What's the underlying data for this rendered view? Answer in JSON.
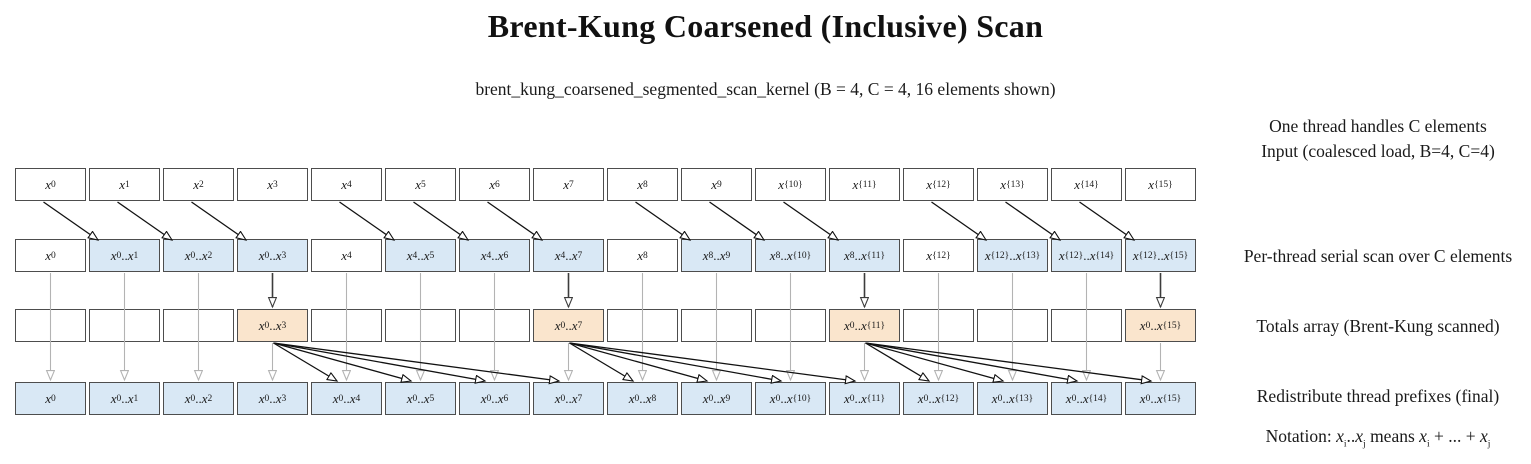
{
  "title": "Brent-Kung Coarsened (Inclusive) Scan",
  "subtitle": "brent_kung_coarsened_segmented_scan_kernel (B = 4, C = 4, 16 elements shown)",
  "side_labels": {
    "input_note": "One thread handles C elements",
    "input": "Input (coalesced load, B=4, C=4)",
    "serial": "Per-thread serial scan over C elements",
    "totals": "Totals array (Brent-Kung scanned)",
    "redistribute": "Redistribute thread prefixes (final)",
    "notation": "Notation: x_i..x_j means x_i + ... + x_j"
  },
  "colors": {
    "box_border": "#4d4d4d",
    "fill_white": "#ffffff",
    "fill_blue": "#d9e8f5",
    "fill_tan": "#fae5cd",
    "arrow_black": "#111111",
    "arrow_gray": "#b3b3b3",
    "arrow_dark": "#3c3c3c"
  },
  "diagram": {
    "num_elements": 16,
    "params": {
      "block_size_B": 4,
      "coarsening_C": 4
    },
    "rows": [
      {
        "name": "input",
        "cells": [
          "x_0",
          "x_1",
          "x_2",
          "x_3",
          "x_4",
          "x_5",
          "x_6",
          "x_7",
          "x_8",
          "x_9",
          "x_{10}",
          "x_{11}",
          "x_{12}",
          "x_{13}",
          "x_{14}",
          "x_{15}"
        ],
        "fills": [
          "white",
          "white",
          "white",
          "white",
          "white",
          "white",
          "white",
          "white",
          "white",
          "white",
          "white",
          "white",
          "white",
          "white",
          "white",
          "white"
        ]
      },
      {
        "name": "serial-scan",
        "cells": [
          "x_0",
          "x_0..x_1",
          "x_0..x_2",
          "x_0..x_3",
          "x_4",
          "x_4..x_5",
          "x_4..x_6",
          "x_4..x_7",
          "x_8",
          "x_8..x_9",
          "x_8..x_{10}",
          "x_8..x_{11}",
          "x_{12}",
          "x_{12}..x_{13}",
          "x_{12}..x_{14}",
          "x_{12}..x_{15}"
        ],
        "fills": [
          "white",
          "blue",
          "blue",
          "blue",
          "white",
          "blue",
          "blue",
          "blue",
          "white",
          "blue",
          "blue",
          "blue",
          "white",
          "blue",
          "blue",
          "blue"
        ]
      },
      {
        "name": "totals",
        "cells": [
          "",
          "",
          "",
          "x_0..x_3",
          "",
          "",
          "",
          "x_0..x_7",
          "",
          "",
          "",
          "x_0..x_{11}",
          "",
          "",
          "",
          "x_0..x_{15}"
        ],
        "fills": [
          "white",
          "white",
          "white",
          "tan",
          "white",
          "white",
          "white",
          "tan",
          "white",
          "white",
          "white",
          "tan",
          "white",
          "white",
          "white",
          "tan"
        ]
      },
      {
        "name": "final",
        "cells": [
          "x_0",
          "x_0..x_1",
          "x_0..x_2",
          "x_0..x_3",
          "x_0..x_4",
          "x_0..x_5",
          "x_0..x_6",
          "x_0..x_7",
          "x_0..x_8",
          "x_0..x_9",
          "x_0..x_{10}",
          "x_0..x_{11}",
          "x_0..x_{12}",
          "x_0..x_{13}",
          "x_0..x_{14}",
          "x_0..x_{15}"
        ],
        "fills": [
          "blue",
          "blue",
          "blue",
          "blue",
          "blue",
          "blue",
          "blue",
          "blue",
          "blue",
          "blue",
          "blue",
          "blue",
          "blue",
          "blue",
          "blue",
          "blue"
        ]
      }
    ],
    "arrows": {
      "serial_pairs": [
        [
          0,
          1
        ],
        [
          1,
          2
        ],
        [
          2,
          3
        ],
        [
          4,
          5
        ],
        [
          5,
          6
        ],
        [
          6,
          7
        ],
        [
          8,
          9
        ],
        [
          9,
          10
        ],
        [
          10,
          11
        ],
        [
          12,
          13
        ],
        [
          13,
          14
        ],
        [
          14,
          15
        ]
      ],
      "gray_columns": [
        0,
        1,
        2,
        3,
        4,
        5,
        6,
        7,
        8,
        9,
        10,
        11,
        12,
        13,
        14,
        15
      ],
      "totals_columns": [
        3,
        7,
        11,
        15
      ],
      "fans": [
        {
          "from": 3,
          "targets": [
            4,
            5,
            6,
            7
          ]
        },
        {
          "from": 7,
          "targets": [
            8,
            9,
            10,
            11
          ]
        },
        {
          "from": 11,
          "targets": [
            12,
            13,
            14,
            15
          ]
        }
      ]
    }
  }
}
